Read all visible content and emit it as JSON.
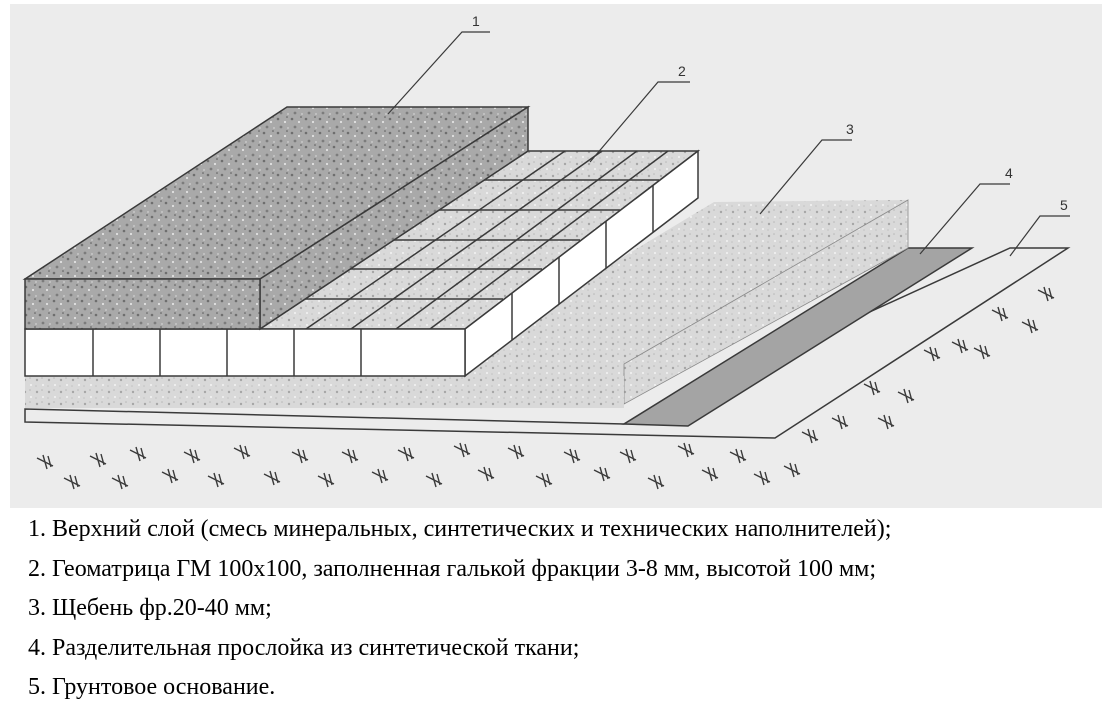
{
  "diagram": {
    "callouts": [
      "1",
      "2",
      "3",
      "4",
      "5"
    ]
  },
  "legend": [
    "1. Верхний слой (смесь минеральных, синтетических и технических наполнителей);",
    "2. Геоматрица ГМ 100х100, заполненная галькой фракции 3-8 мм, высотой 100 мм;",
    "3. Щебень фр.20-40 мм;",
    "4. Разделительная прослойка из синтетической ткани;",
    "5. Грунтовое основание."
  ],
  "colors": {
    "figure_background": "#ececec",
    "outline": "#3a3a3a",
    "top_layer_fill": "#a9a9a9",
    "gravel_fill": "#dadada",
    "geotextile_fill": "#a4a4a4",
    "geomatrix_cell_fill": "#ffffff"
  }
}
